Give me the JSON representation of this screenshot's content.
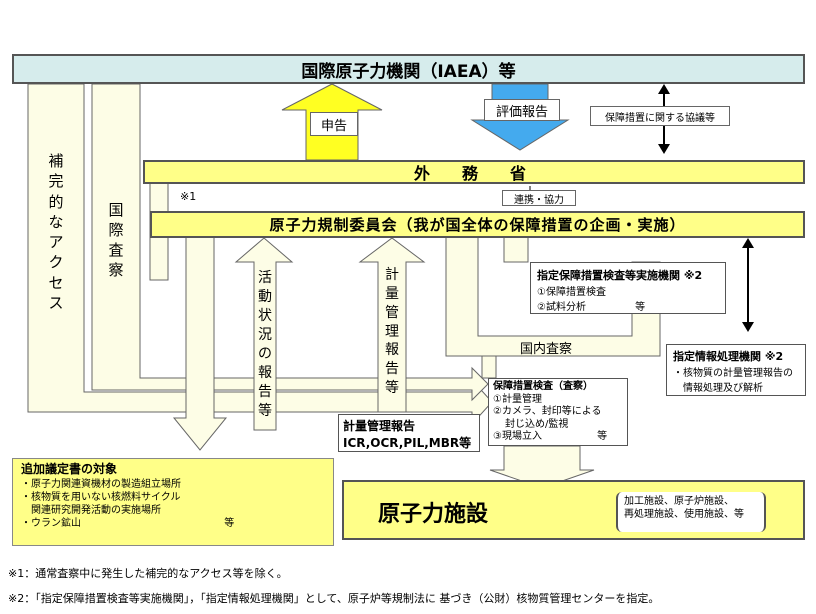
{
  "iaea": "国際原子力機関（IAEA）等",
  "mofa": "外　務　省",
  "nra": "原子力規制委員会（我が国全体の保障措置の企画・実施）",
  "declaration": "申告",
  "evaluation_report": "評価報告",
  "agreements": "保障措置に関する協議等",
  "cooperation": "連携・協力",
  "note_mark": "※1",
  "complementary_access": [
    "補",
    "完",
    "的",
    "な",
    "ア",
    "ク",
    "セ",
    "ス"
  ],
  "intl_inspection": [
    "国",
    "際",
    "査",
    "察"
  ],
  "activity_report": [
    "活",
    "動",
    "状",
    "況",
    "の",
    "報",
    "告",
    "等"
  ],
  "accounting_report": [
    "計",
    "量",
    "管",
    "理",
    "報",
    "告",
    "等"
  ],
  "domestic_inspection": "国内査察",
  "inspection_body": {
    "title": "指定保障措置検査等実施機関 ※2",
    "line1": "①保障措置検査",
    "line2": "②試料分析",
    "etc": "等"
  },
  "info_body": {
    "title": "指定情報処理機関 ※2",
    "line1": "・核物質の計量管理報告の",
    "line2": "情報処理及び解析"
  },
  "safeguards_inspection": {
    "title": "保障措置検査（査察）",
    "line1": "①計量管理",
    "line2": "②カメラ、封印等による",
    "line3": "封じ込め/監視",
    "line4": "③現場立入",
    "etc": "等"
  },
  "accounting_box": {
    "title": "計量管理報告",
    "items": "ICR,OCR,PIL,MBR等"
  },
  "additional_protocol": {
    "title": "追加議定書の対象",
    "items": [
      "・原子力関連資機材の製造組立場所",
      "・核物質を用いない核燃料サイクル",
      "　関連研究開発活動の実施場所",
      "・ウラン鉱山"
    ],
    "etc": "等"
  },
  "facility": "原子力施設",
  "facility_types": {
    "line1": "加工施設、原子炉施設、",
    "line2": "再処理施設、使用施設、等"
  },
  "footnote1": "※1：通常査察中に発生した補完的なアクセス等を除く。",
  "footnote2": "※2：「指定保障措置検査等実施機関」，「指定情報処理機関」として、原子炉等規制法に 基づき（公財）核物質管理センターを指定。",
  "colors": {
    "yellow": "#ffff88",
    "teal": "#d6ecec",
    "blue_arrow": "#44aaee",
    "cream": "#fdfde6"
  }
}
